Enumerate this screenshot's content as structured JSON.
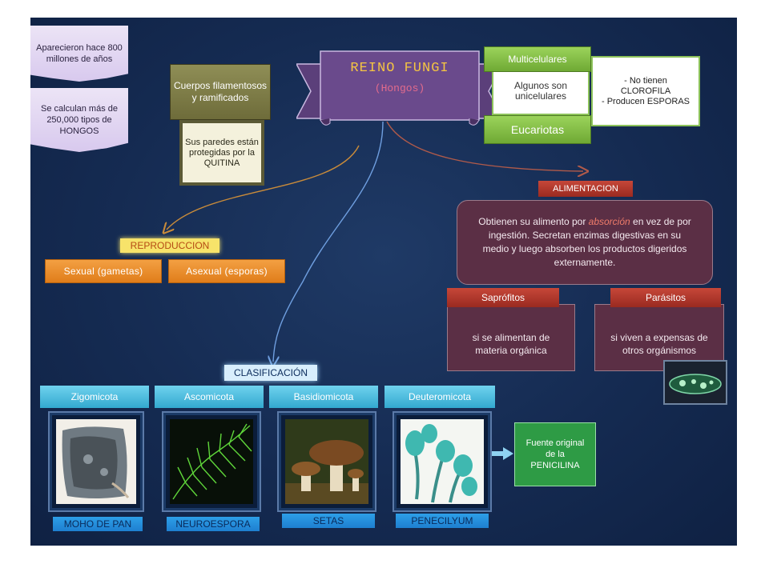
{
  "notes": {
    "age": "Aparecieron hace 800 millones de años",
    "count": "Se calculan más de 250,000 tipos de HONGOS"
  },
  "title": {
    "main": "REINO FUNGI",
    "sub": "(Hongos)"
  },
  "features": {
    "bodies": "Cuerpos filamentosos y ramificados",
    "walls": "Sus paredes están protegidas por la QUITINA",
    "multicellular": "Multicelulares",
    "unicellular": "Algunos son unicelulares",
    "eukaryotes": "Eucariotas",
    "chlorophyll_line1": "- No tienen CLOROFILA",
    "chlorophyll_line2": "- Producen ESPORAS"
  },
  "reproduction": {
    "label": "REPRODUCCION",
    "sexual": "Sexual (gametas)",
    "asexual": "Asexual (esporas)"
  },
  "nutrition": {
    "label": "ALIMENTACION",
    "text_before": "Obtienen su alimento por ",
    "text_em": "absorción",
    "text_after": " en vez de por ingestión. Secretan enzimas digestivas en su medio y luego absorben los productos digeridos externamente.",
    "saprophytes": "Saprófitos",
    "saprophytes_desc": "si se alimentan de materia orgánica",
    "parasites": "Parásitos",
    "parasites_desc": "si viven a expensas de otros orgánismos"
  },
  "classification": {
    "label": "CLASIFICACIÓN",
    "groups": [
      {
        "name": "Zigomicota",
        "example": "MOHO DE PAN"
      },
      {
        "name": "Ascomicota",
        "example": "NEUROESPORA"
      },
      {
        "name": "Basidiomicota",
        "example": "SETAS"
      },
      {
        "name": "Deuteromicota",
        "example": "PENECILYUM"
      }
    ],
    "penicillin": "Fuente original de la PENICILINA"
  },
  "colors": {
    "background": "#152b52",
    "title_text": "#f5c542",
    "title_sub": "#e36b8c",
    "ribbon": "#5b3f7a",
    "accent_orange": "#e07d1a",
    "accent_cyan": "#33a9cf",
    "accent_green": "#2e9b45"
  }
}
